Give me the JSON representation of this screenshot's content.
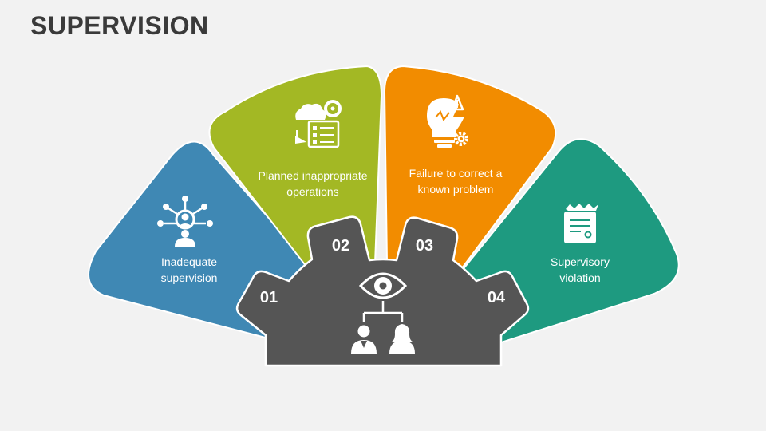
{
  "title": "SUPERVISION",
  "colors": {
    "blue": "#3f88b4",
    "green": "#a3b824",
    "orange": "#f28c00",
    "teal": "#1e9a80",
    "hub": "#555555",
    "background": "#f2f2f2"
  },
  "items": [
    {
      "number": "01",
      "line1": "Inadequate",
      "line2": "supervision",
      "icon": "network-user-icon"
    },
    {
      "number": "02",
      "line1": "Planned inappropriate",
      "line2": "operations",
      "icon": "planning-gears-icon"
    },
    {
      "number": "03",
      "line1": "Failure to correct a",
      "line2": "known problem",
      "icon": "warning-bulb-icon"
    },
    {
      "number": "04",
      "line1": "Supervisory",
      "line2": "violation",
      "icon": "certificate-icon"
    }
  ],
  "hub": {
    "icon": "eye-hierarchy-icon"
  }
}
